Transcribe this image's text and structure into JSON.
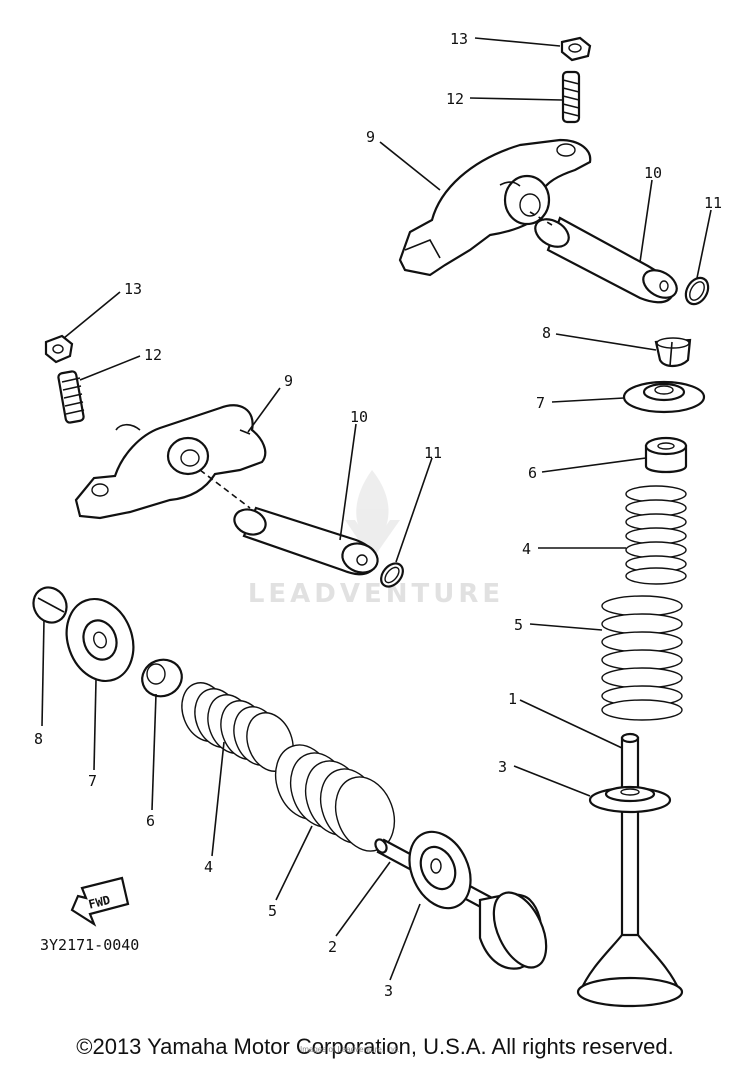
{
  "diagram": {
    "callouts": {
      "upper_13": "13",
      "upper_12": "12",
      "upper_9": "9",
      "upper_10": "10",
      "upper_11": "11",
      "left_13": "13",
      "left_12": "12",
      "left_9": "9",
      "left_10": "10",
      "left_11": "11",
      "right_8": "8",
      "right_7": "7",
      "right_6": "6",
      "right_4": "4",
      "right_5": "5",
      "right_1": "1",
      "right_3": "3",
      "lower_8": "8",
      "lower_7": "7",
      "lower_6": "6",
      "lower_4": "4",
      "lower_5": "5",
      "lower_2": "2",
      "lower_3": "3"
    },
    "part_code": "3Y2171-0040",
    "fwd_label": "FWD",
    "watermark": "LEADVENTURE"
  },
  "footer": {
    "copyright": "©2013 Yamaha Motor Corporation, U.S.A. All rights reserved.",
    "note": "Images of Leadventure, Inc."
  }
}
